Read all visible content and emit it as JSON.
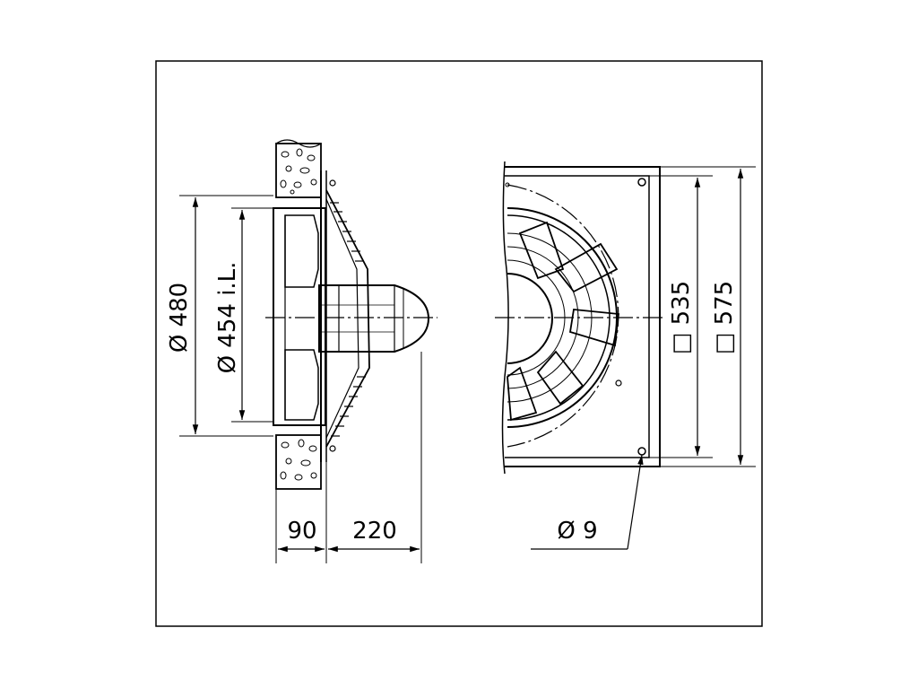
{
  "dimensions": {
    "outer_diameter": "Ø 480",
    "inner_diameter": "Ø 454 i.L.",
    "wall_depth": "90",
    "motor_depth": "220",
    "square_inner": "□ 535",
    "square_outer": "□ 575",
    "hole_diameter": "Ø 9"
  }
}
